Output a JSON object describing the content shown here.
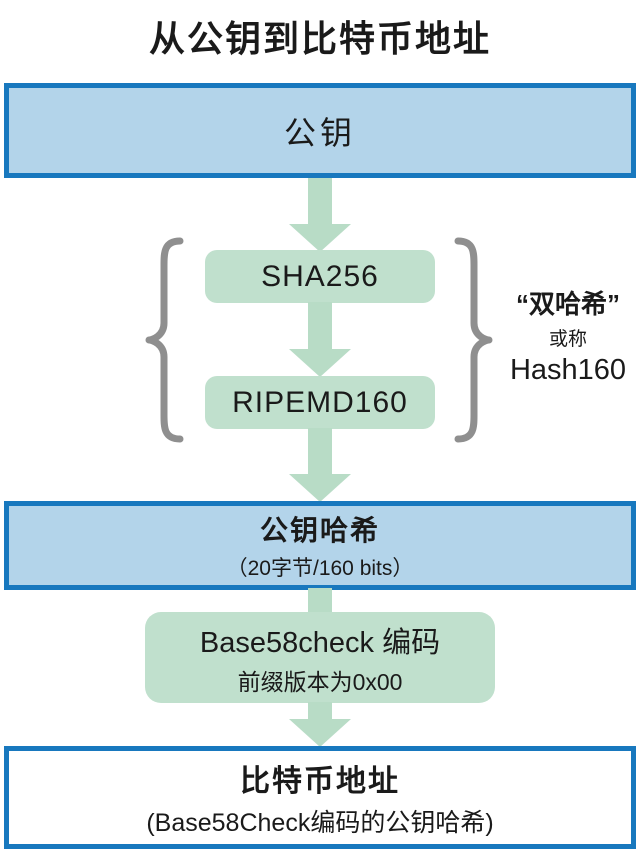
{
  "title": "从公钥到比特币地址",
  "nodes": {
    "public_key": {
      "label": "公钥"
    },
    "sha256": {
      "label": "SHA256"
    },
    "ripemd160": {
      "label": "RIPEMD160"
    },
    "public_key_hash": {
      "label": "公钥哈希",
      "sublabel": "（20字节/160 bits）"
    },
    "base58check": {
      "label": "Base58check 编码",
      "sublabel": "前缀版本为0x00"
    },
    "bitcoin_address": {
      "label": "比特币地址",
      "sublabel": "(Base58Check编码的公钥哈希)"
    }
  },
  "annotation": {
    "quote": "“双哈希”",
    "alias": "或称",
    "name": "Hash160"
  },
  "colors": {
    "box_border_blue": "#1878be",
    "box_fill_blue": "#b3d4ea",
    "box_fill_green": "#c0e0cd",
    "arrow_green": "#b8dcc6",
    "brace_gray": "#8f8f8f",
    "text": "#1a1a1a"
  }
}
